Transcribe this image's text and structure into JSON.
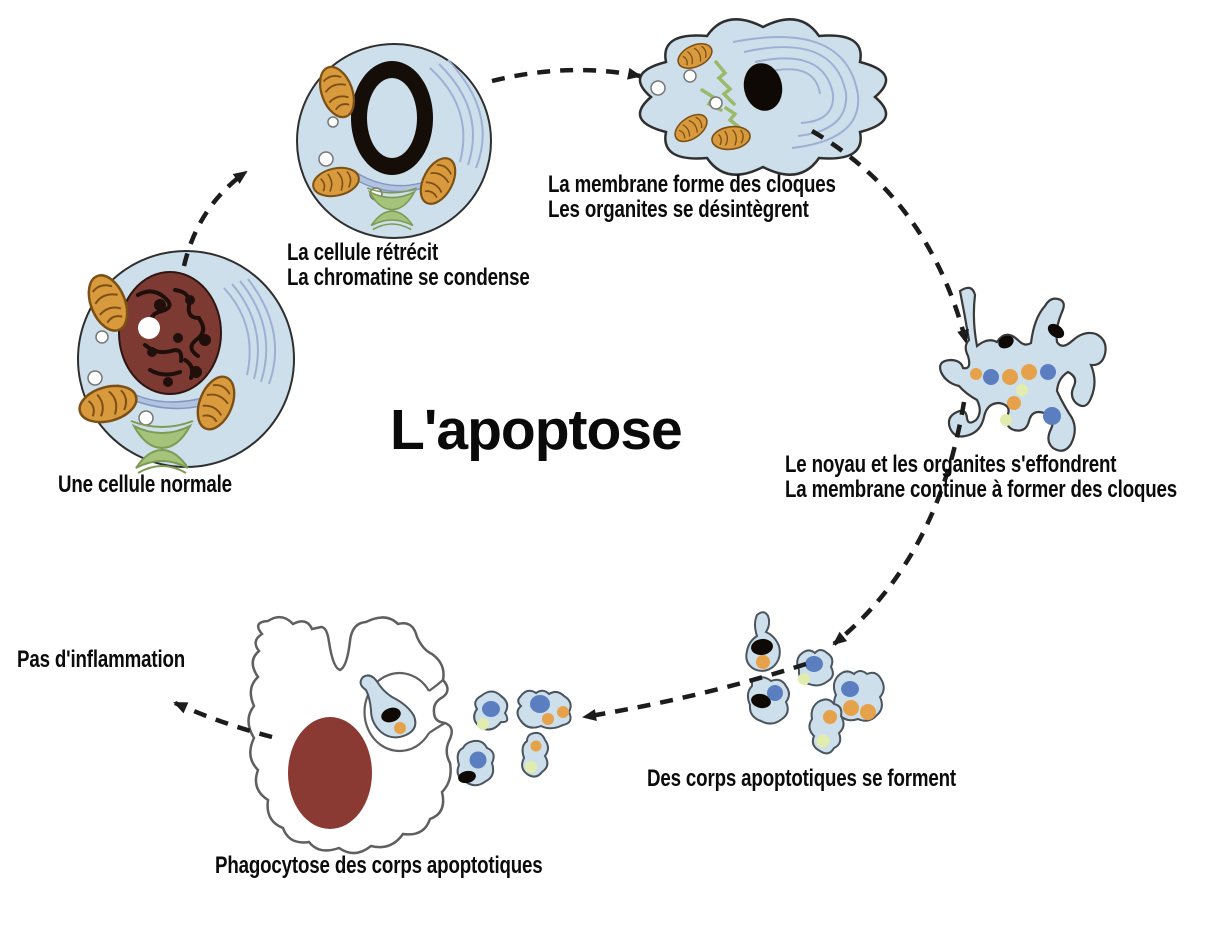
{
  "title": "L'apoptose",
  "stages": {
    "normal": {
      "label": "Une cellule normale"
    },
    "shrink": {
      "line1": "La cellule rétrécit",
      "line2": "La chromatine se condense"
    },
    "blebs": {
      "line1": "La membrane forme des cloques",
      "line2": "Les organites se désintègrent"
    },
    "collapse": {
      "line1": "Le noyau et les organites s'effondrent",
      "line2": "La membrane continue à former des cloques"
    },
    "bodies": {
      "label": "Des corps apoptotiques se forment"
    },
    "phagocytosis": {
      "label": "Phagocytose des corps apoptotiques"
    },
    "no_inflammation": {
      "label": "Pas d'inflammation"
    }
  },
  "colors": {
    "cytoplasm": "#cddfeb",
    "membrane": "#2f2f2f",
    "mitochondria_orange": "#d99a3e",
    "mitochondria_outline": "#7c5014",
    "nucleus_normal_maroon": "#7d3a33",
    "nucleus_condensed_black": "#150d08",
    "er_blue": "#9db0d3",
    "golgi_green": "#a6c37b",
    "apoptotic_nucleus_blue": "#5b7ec0",
    "vesicle_orange": "#e6a24b",
    "vesicle_yellow": "#e2ecae",
    "phagocyte_nucleus": "#8a3a33",
    "phagocyte_outline": "#5f5f5f",
    "arrow": "#1c1c1c",
    "text": "#0b0b0b",
    "background": "#ffffff"
  }
}
